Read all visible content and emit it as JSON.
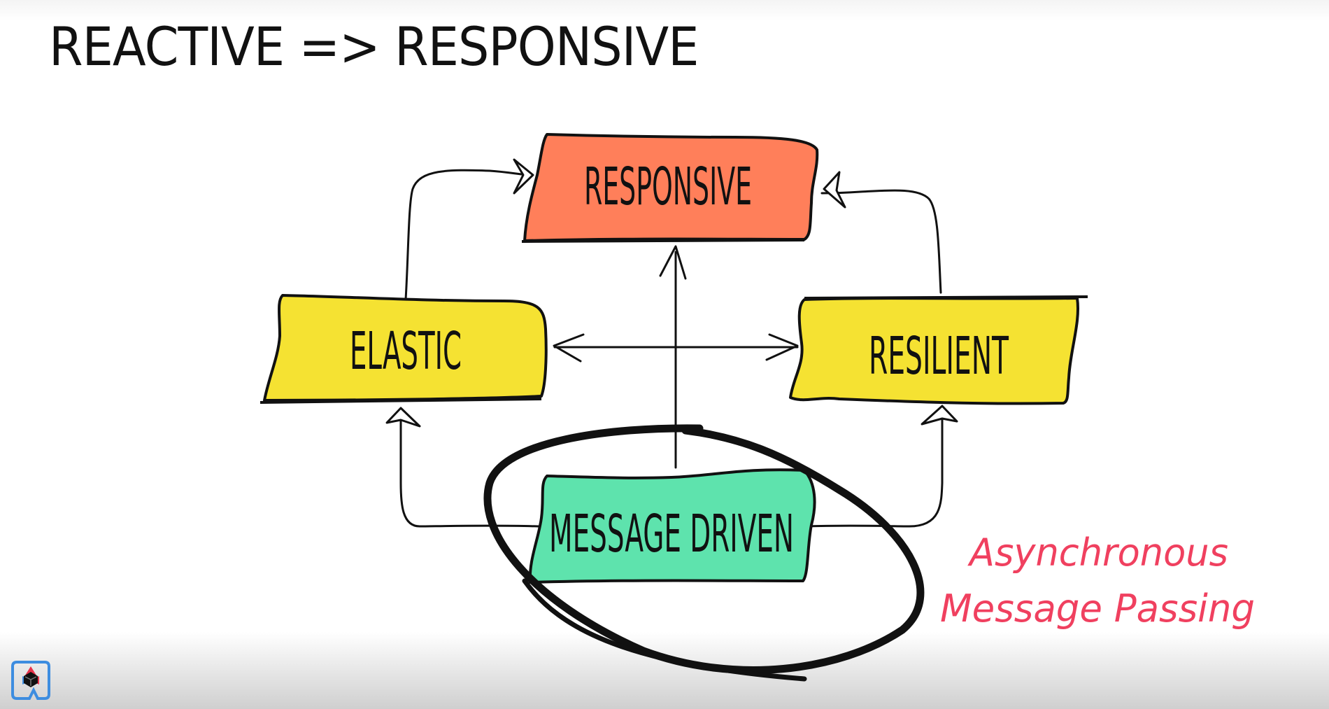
{
  "slide": {
    "title": "REACTIVE => RESPONSIVE"
  },
  "diagram": {
    "nodes": {
      "responsive": {
        "label": "RESPONSIVE",
        "color": "#ff7f5a"
      },
      "elastic": {
        "label": "ELASTIC",
        "color": "#f5e232"
      },
      "resilient": {
        "label": "RESILIENT",
        "color": "#f5e232"
      },
      "message_driven": {
        "label": "MESSAGE DRIVEN",
        "color": "#5ee3ad"
      }
    },
    "edges": [
      {
        "from": "elastic",
        "to": "responsive"
      },
      {
        "from": "resilient",
        "to": "responsive"
      },
      {
        "from": "message_driven",
        "to": "responsive"
      },
      {
        "from": "elastic",
        "to": "resilient",
        "bidirectional": true
      },
      {
        "from": "message_driven",
        "to": "elastic"
      },
      {
        "from": "message_driven",
        "to": "resilient"
      }
    ],
    "highlight": "message_driven",
    "annotation": {
      "line1": "Asynchronous",
      "line2": "Message Passing",
      "color": "#f0405f"
    }
  },
  "logo": {
    "icon": "app-logo-icon"
  }
}
